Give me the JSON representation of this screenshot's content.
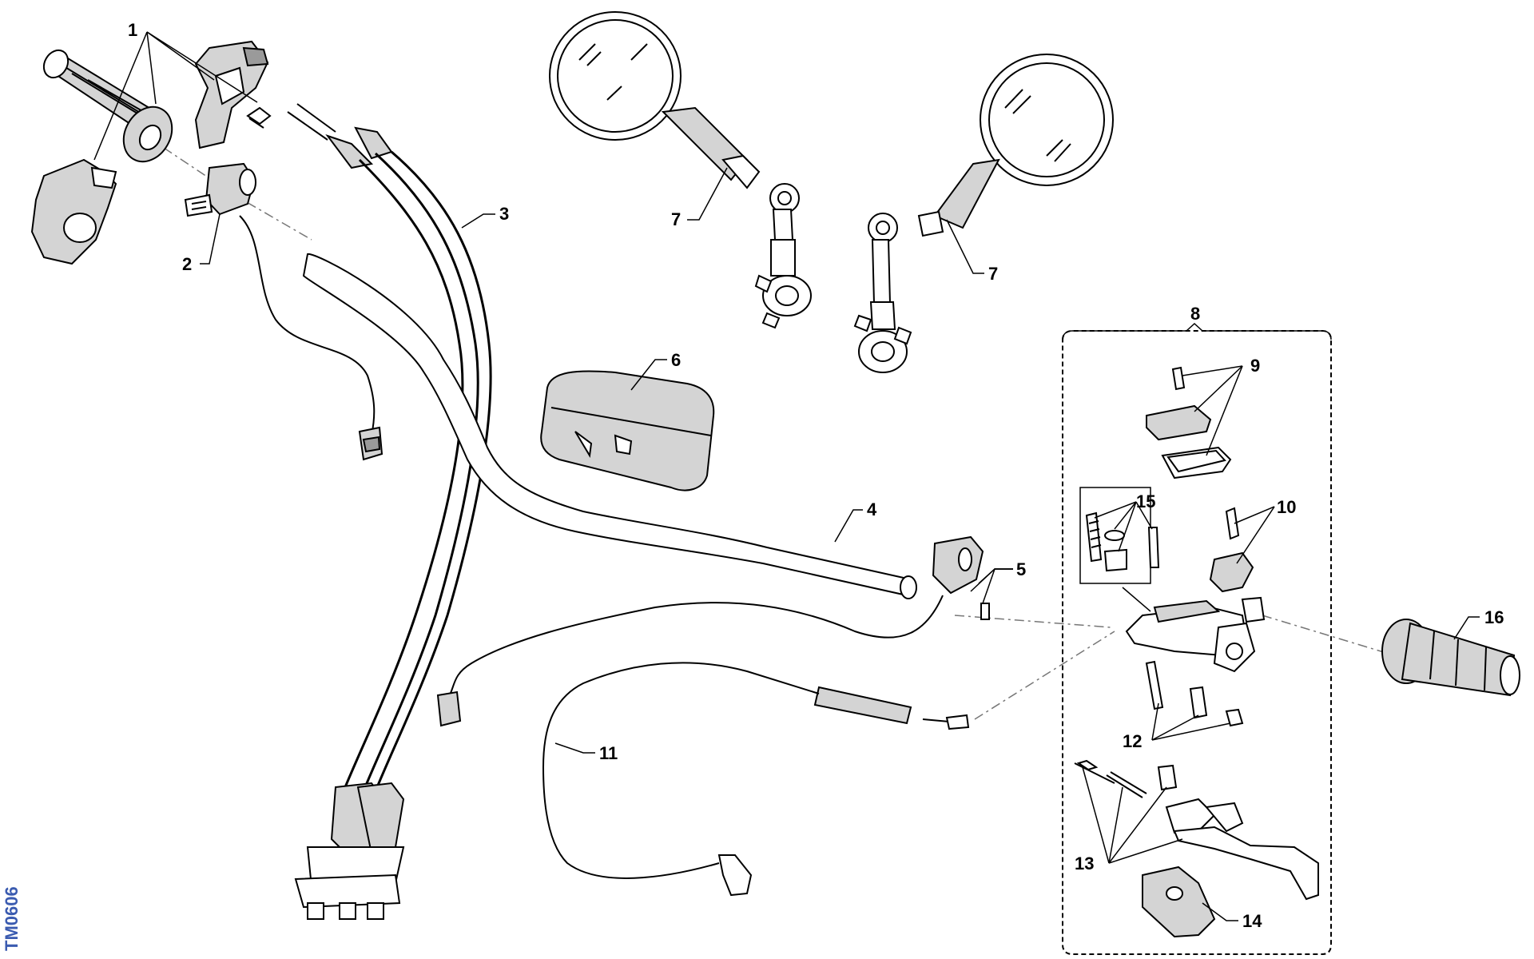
{
  "diagram": {
    "code": "TM0606",
    "callouts": {
      "c1": "1",
      "c2": "2",
      "c3": "3",
      "c4": "4",
      "c5": "5",
      "c6": "6",
      "c7a": "7",
      "c7b": "7",
      "c8": "8",
      "c9": "9",
      "c10": "10",
      "c11": "11",
      "c12": "12",
      "c13": "13",
      "c14": "14",
      "c15": "15",
      "c16": "16"
    }
  }
}
